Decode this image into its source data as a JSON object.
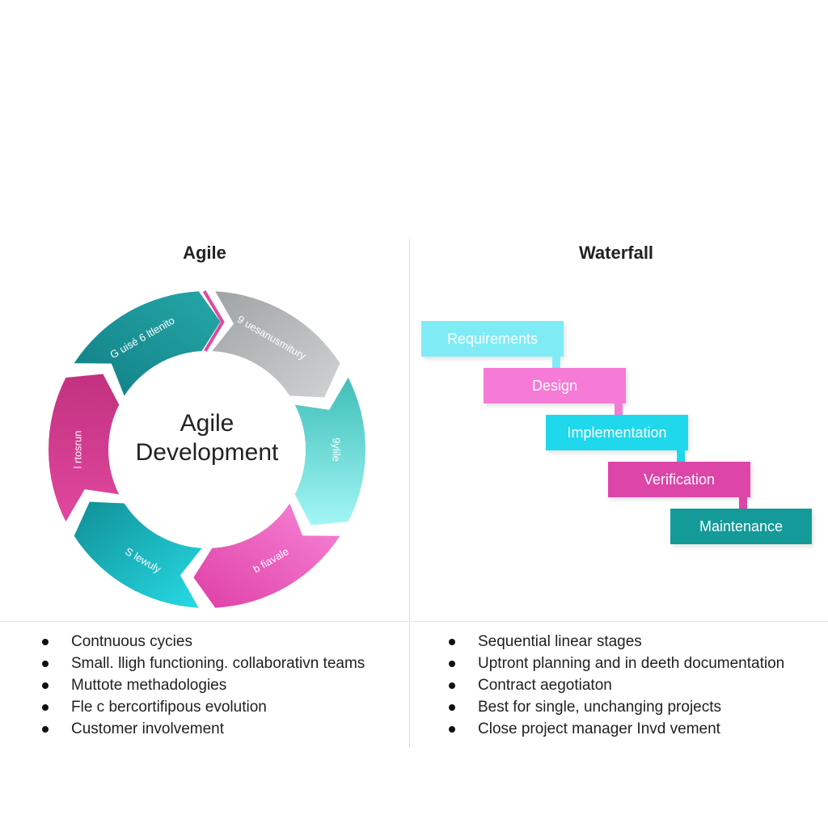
{
  "agile": {
    "title": "Agile",
    "center_line1": "Agile",
    "center_line2": "Development",
    "segments": [
      {
        "label": "G uisé 6 ltlenito",
        "color": "#1a9296"
      },
      {
        "label": "9 uesanusmitury",
        "color": "#b7bcbc"
      },
      {
        "label": "9ylile",
        "color": "#6fdcd8"
      },
      {
        "label": "b fiavale",
        "color": "#ee62c4"
      },
      {
        "label": "S lewuly",
        "color": "#22c8d2"
      },
      {
        "label": "l rtosrun",
        "color": "#e0489e"
      }
    ],
    "accent_color": "#e0489e",
    "bullets": [
      "Contnuous cycies",
      "Small. lligh functioning. collaborativn teams",
      "Muttote methadologies",
      "Fle c bercortifipous evolution",
      "Customer involvement"
    ]
  },
  "waterfall": {
    "title": "Waterfall",
    "stages": [
      {
        "label": "Requirements",
        "color": "#7fecf5"
      },
      {
        "label": "Design",
        "color": "#f57bd6"
      },
      {
        "label": "Implementation",
        "color": "#1fd8ec"
      },
      {
        "label": "Verification",
        "color": "#dd45a8"
      },
      {
        "label": "Maintenance",
        "color": "#159a9a"
      }
    ],
    "bullets": [
      "Sequential linear stages",
      "Uptront planning and in deeth documentation",
      "Contract aegotiaton",
      "Best for single, unchanging projects",
      "Close project manager Invd vement"
    ]
  }
}
